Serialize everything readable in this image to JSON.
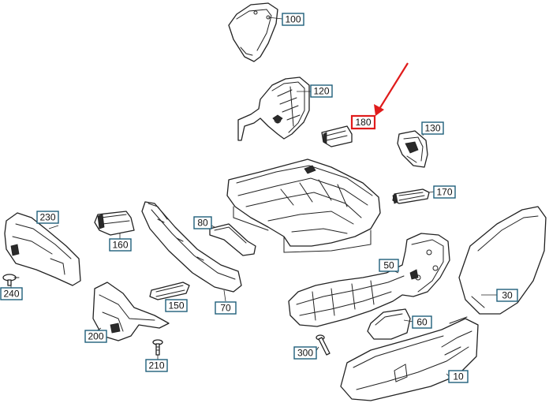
{
  "diagram": {
    "highlighted_part": "180",
    "highlight_color": "#e01b1b",
    "callout_border_color": "#1f5f7a",
    "callouts": {
      "p100": "100",
      "p120": "120",
      "p180": "180",
      "p130": "130",
      "p170": "170",
      "p230": "230",
      "p160": "160",
      "p80": "80",
      "p240": "240",
      "p150": "150",
      "p70": "70",
      "p200": "200",
      "p210": "210",
      "p50": "50",
      "p30": "30",
      "p60": "60",
      "p300": "300",
      "p10": "10"
    }
  }
}
